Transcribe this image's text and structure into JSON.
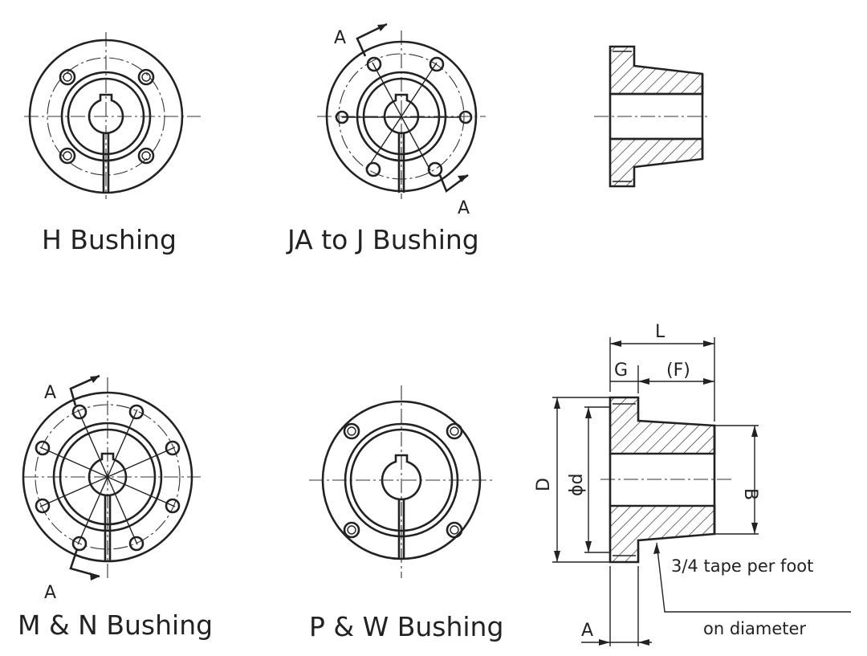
{
  "captions": {
    "h_bushing": "H Bushing",
    "ja_j_bushing": "JA to J Bushing",
    "mn_bushing": "M & N  Bushing",
    "pw_bushing": "P & W  Bushing"
  },
  "section_markers": {
    "ja_top": "A",
    "ja_bottom": "A",
    "mn_top": "A",
    "mn_bottom": "A"
  },
  "dimensions": {
    "length": "L",
    "flange": "G",
    "taper_length": "(F)",
    "outer_diameter": "D",
    "bore": "ϕd",
    "taper_diameter": "B",
    "flange_offset": "A"
  },
  "notes": {
    "taper_line1": "3/4 tape per foot",
    "taper_line2": "on diameter"
  },
  "colors": {
    "ink": "#222222",
    "paper": "#ffffff"
  }
}
